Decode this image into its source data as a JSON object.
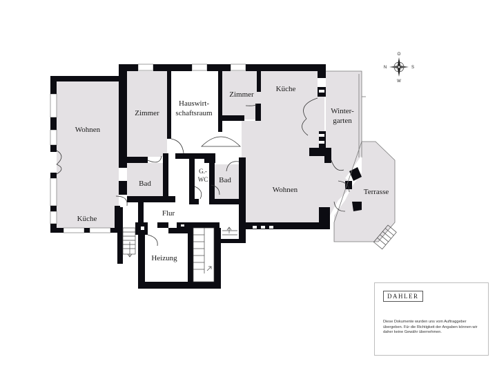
{
  "rooms": {
    "wohnen_left": "Wohnen",
    "kueche_left": "Küche",
    "zimmer_1": "Zimmer",
    "hauswirtschaftsraum_line1": "Hauswirt-",
    "hauswirtschaftsraum_line2": "schaftsraum",
    "zimmer_2": "Zimmer",
    "kueche_right": "Küche",
    "wintergarten_line1": "Winter-",
    "wintergarten_line2": "garten",
    "bad_left": "Bad",
    "gwc_line1": "G.-",
    "gwc_line2": "WC",
    "bad_right": "Bad",
    "wohnen_right": "Wohnen",
    "terrasse": "Terrasse",
    "flur": "Flur",
    "heizung": "Heizung"
  },
  "compass": {
    "north": "N",
    "east": "O",
    "south": "S",
    "west": "W"
  },
  "brand": {
    "logo": "DAHLER"
  },
  "disclaimer": "Diese Dokumente wurden uns vom Auftraggeber übergeben. Für die Richtigkeit der Angaben können wir daher keine Gewähr übernehmen.",
  "colors": {
    "wall": "#0c0c12",
    "floor": "#e4e1e4",
    "background": "#ffffff"
  }
}
